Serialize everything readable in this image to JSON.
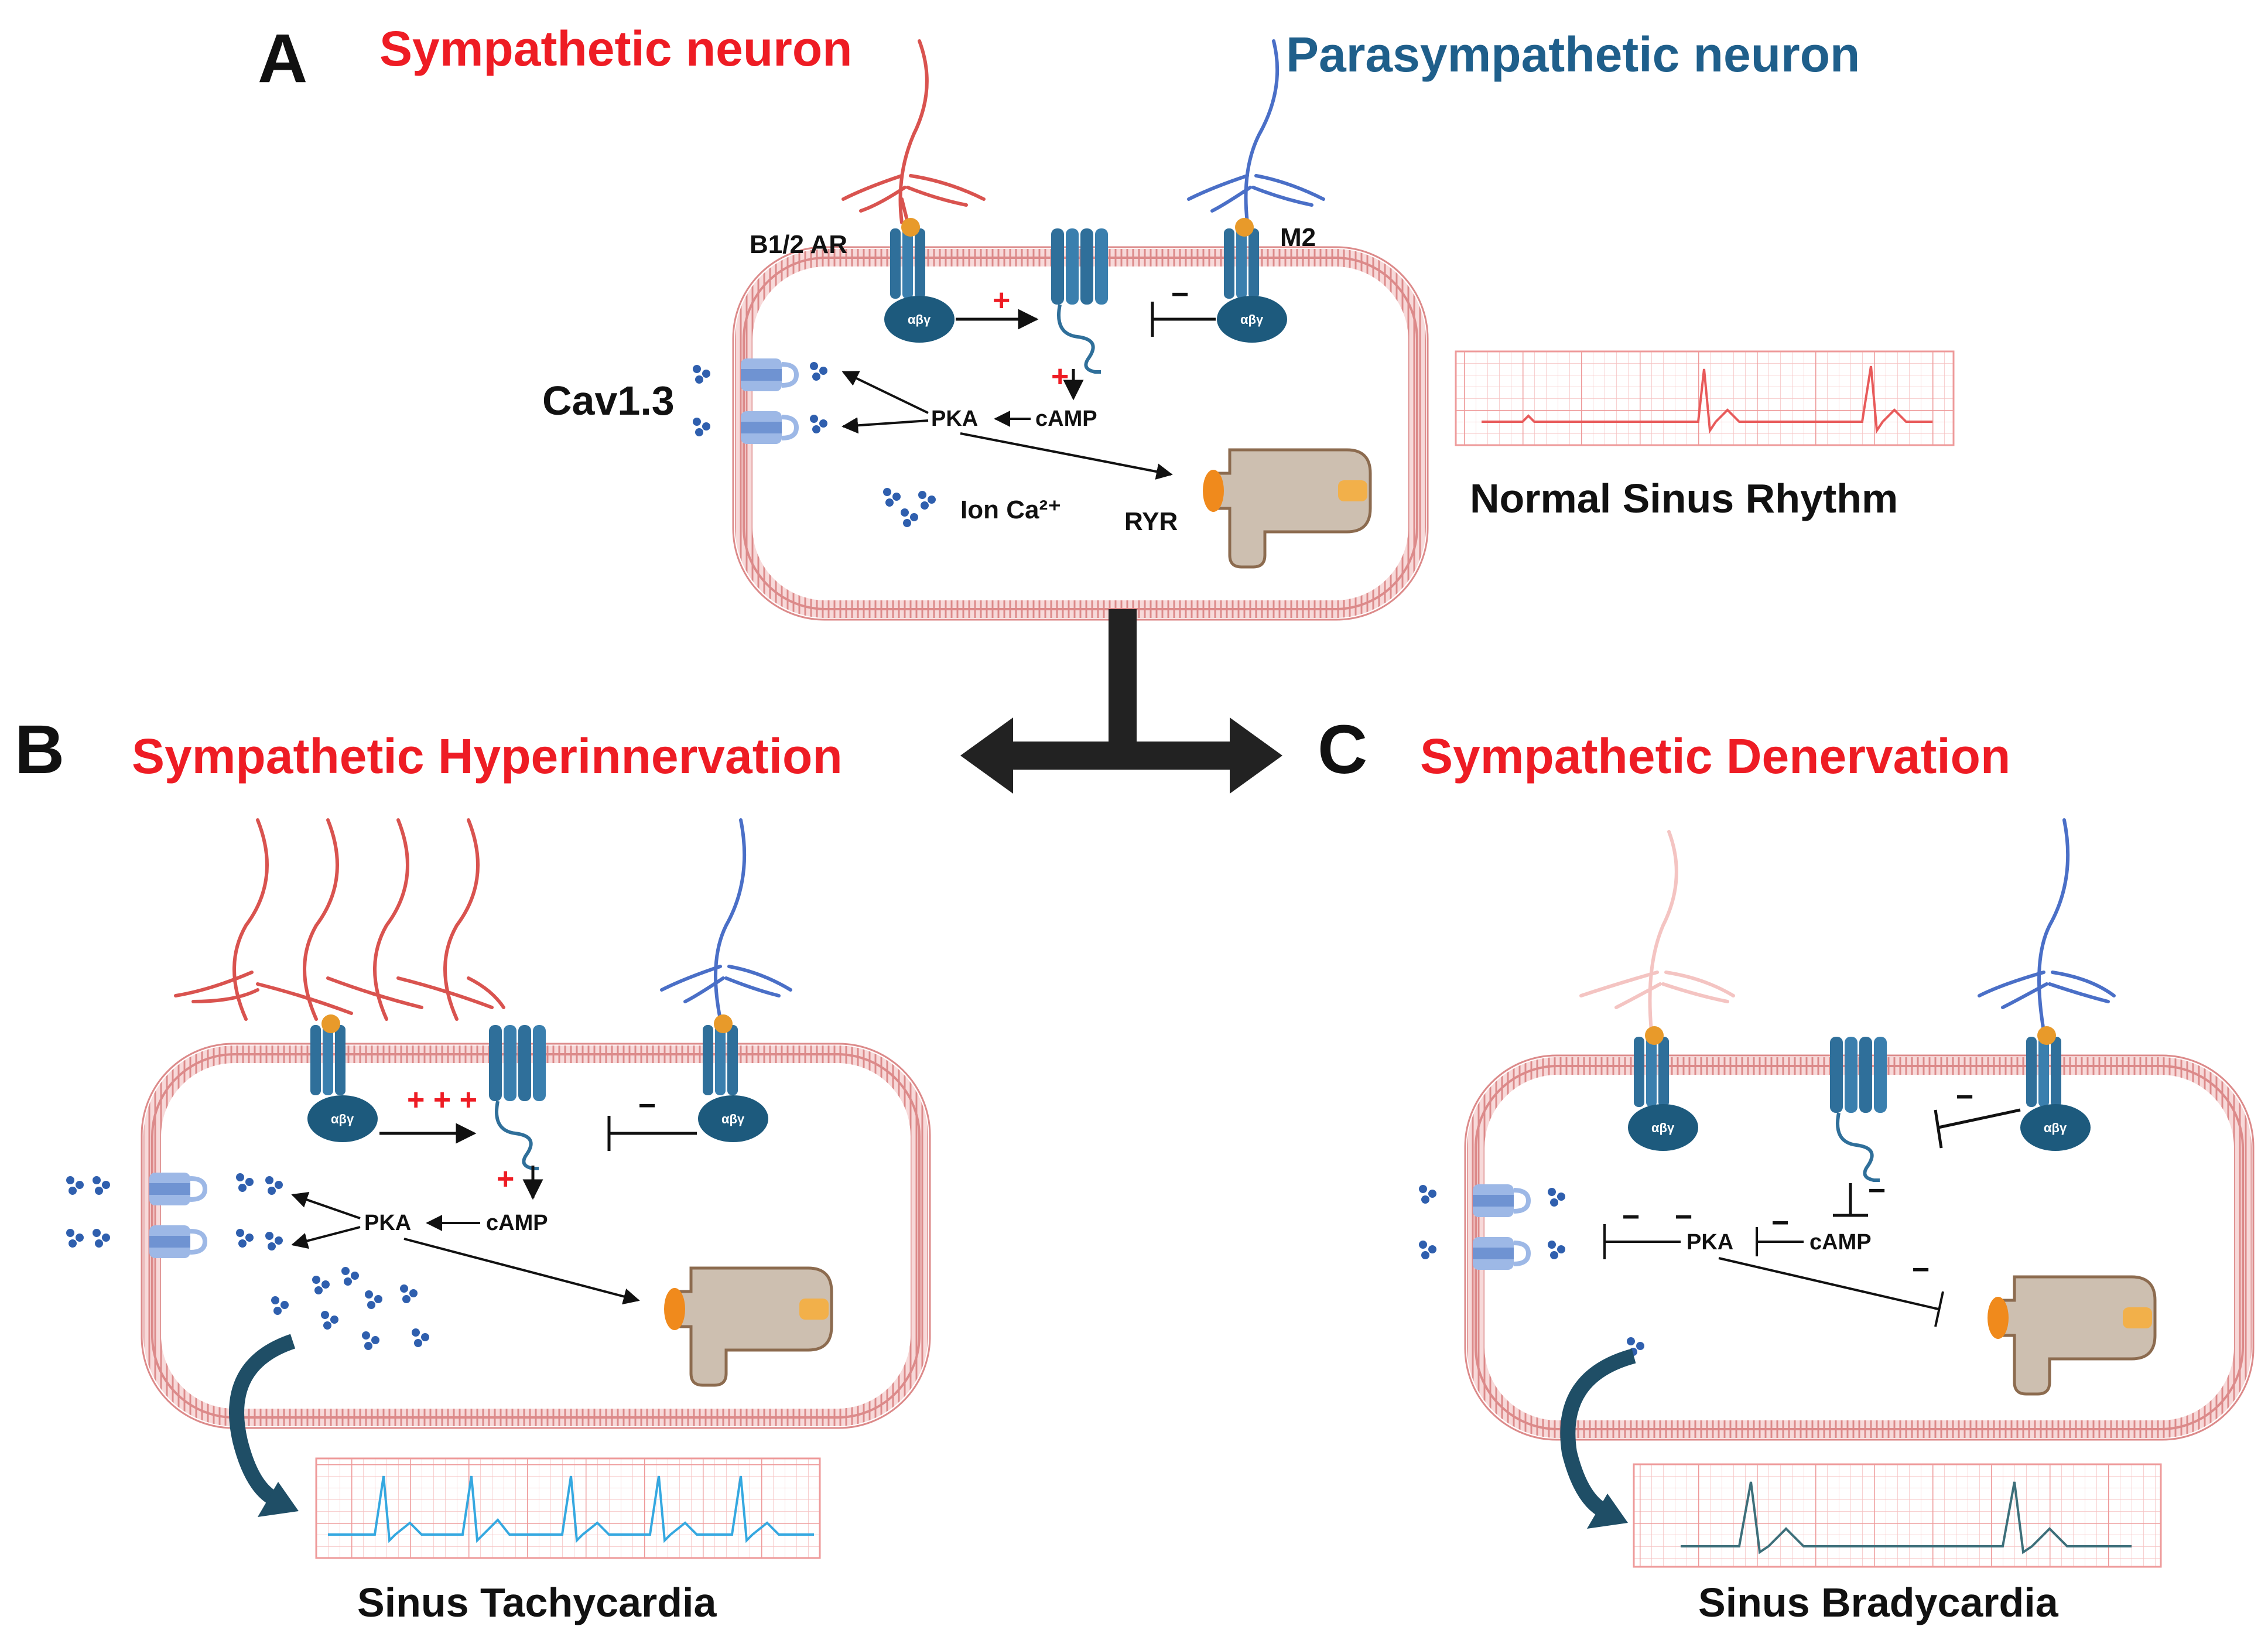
{
  "panels": {
    "a": {
      "letter": "A",
      "sympathetic_title": "Sympathetic neuron",
      "parasympathetic_title": "Parasympathetic neuron",
      "receptor_b": "B1/2 AR",
      "receptor_m2": "M2",
      "channel": "Cav1.3",
      "pka": "PKA",
      "camp": "cAMP",
      "ion": "Ion Ca²⁺",
      "ryr": "RYR",
      "ecg_caption": "Normal Sinus Rhythm",
      "g_protein_b": "αβγ",
      "g_protein_m2": "αβγ",
      "plus_ac": "+",
      "plus_camp": "+",
      "minus_m2": "−"
    },
    "b": {
      "letter": "B",
      "title": "Sympathetic Hyperinnervation",
      "pka": "PKA",
      "camp": "cAMP",
      "ecg_caption": "Sinus Tachycardia",
      "g_protein_b": "αβγ",
      "g_protein_m2": "αβγ",
      "plus_ac": "+ + +",
      "plus_camp": "+",
      "minus_m2": "−"
    },
    "c": {
      "letter": "C",
      "title": "Sympathetic Denervation",
      "pka": "PKA",
      "camp": "cAMP",
      "ecg_caption": "Sinus Bradycardia",
      "g_protein_b": "αβγ",
      "g_protein_m2": "αβγ",
      "minus_m2": "−",
      "minus_ac": "−",
      "minus_pka": "−",
      "minus_cav_top": "−",
      "minus_cav_bottom": "−",
      "minus_ryr": "−"
    }
  },
  "colors": {
    "sympathetic": "#d9534f",
    "parasympathetic": "#4a6fc7",
    "membrane": "#e8a3a3",
    "receptor": "#2f6f9a",
    "g_protein": "#1d5a7d",
    "ryr": "#cdbfb0",
    "ryr_orange": "#f08a1c",
    "ecg_grid": "#f4b3b3",
    "ecg_normal": "#e85a5a",
    "ecg_tachy": "#35a8e0",
    "ecg_brady": "#3d6f7a",
    "arrow_dark": "#1f4e66",
    "title_red": "#ee1c24",
    "title_blue": "#1f5f8b"
  },
  "icons": [
    "sympathetic-neuron-icon",
    "parasympathetic-neuron-icon",
    "receptor-icon",
    "adenylyl-cyclase-icon",
    "g-protein-icon",
    "calcium-channel-icon",
    "ryr-icon",
    "calcium-ion-icon",
    "ecg-strip-icon",
    "curved-arrow-icon"
  ]
}
